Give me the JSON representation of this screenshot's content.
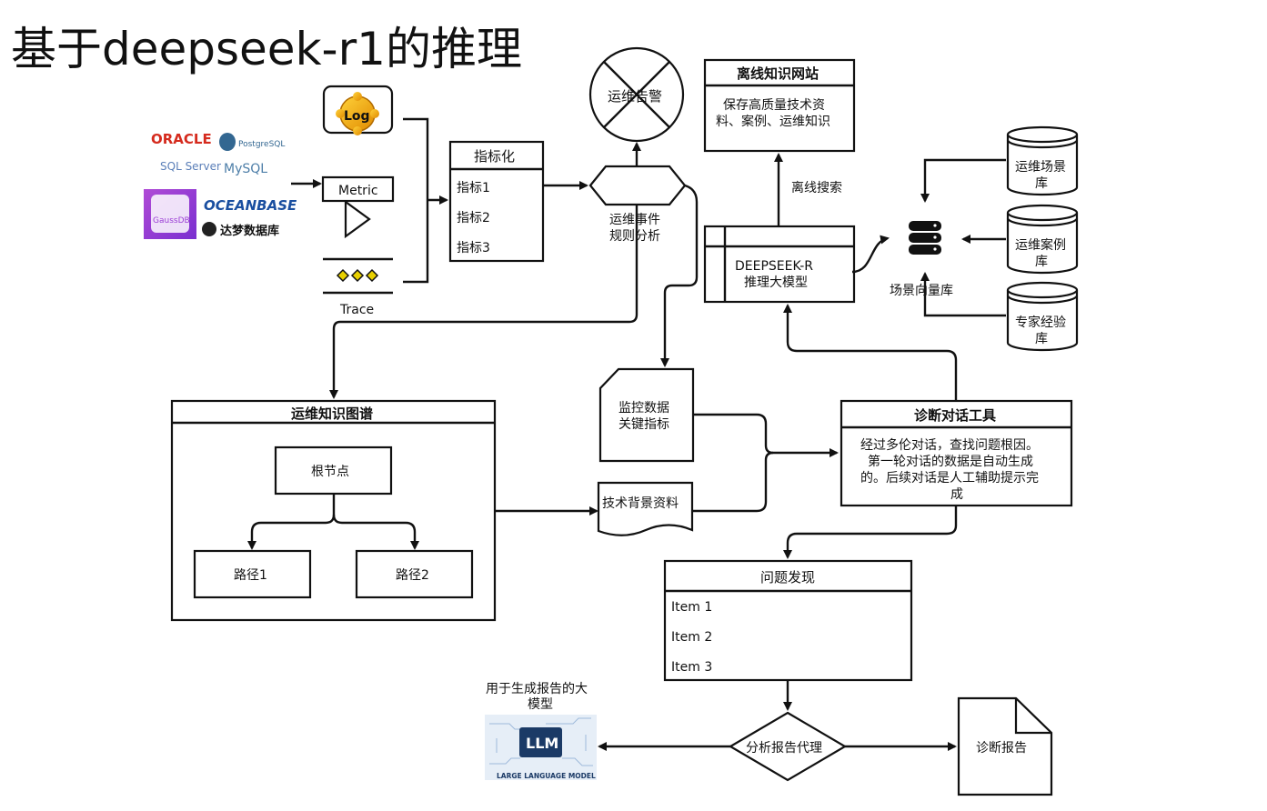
{
  "title": "基于deepseek-r1的推理",
  "sources": {
    "databases": [
      "ORACLE",
      "PostgreSQL",
      "SQL Server",
      "MySQL",
      "GaussDB",
      "OCEANBASE",
      "达梦数据库"
    ],
    "log_label": "Log",
    "metric_label": "Metric",
    "trace_label": "Trace"
  },
  "indicator": {
    "header": "指标化",
    "items": [
      "指标1",
      "指标2",
      "指标3"
    ]
  },
  "alarm": {
    "label": "运维告警"
  },
  "rule": {
    "line1": "运维事件",
    "line2": "规则分析"
  },
  "offline_site": {
    "header": "离线知识网站",
    "line1": "保存高质量技术资",
    "line2": "料、案例、运维知识"
  },
  "offline_search": "离线搜索",
  "deepseek": {
    "line1": "DEEPSEEK-R",
    "line2": "推理大模型"
  },
  "vector_db": {
    "label": "场景向量库",
    "icon": "database-icon"
  },
  "libraries": [
    {
      "line1": "运维场景",
      "line2": "库"
    },
    {
      "line1": "运维案例",
      "line2": "库"
    },
    {
      "line1": "专家经验",
      "line2": "库"
    }
  ],
  "knowledge_graph": {
    "header": "运维知识图谱",
    "root": "根节点",
    "path1": "路径1",
    "path2": "路径2"
  },
  "monitor": {
    "line1": "监控数据",
    "line2": "关键指标"
  },
  "tech_docs": "技术背景资料",
  "diag_tool": {
    "header": "诊断对话工具",
    "lines": [
      "经过多伦对话，查找问题根因。",
      "第一轮对话的数据是自动生成",
      "的。后续对话是人工辅助提示完",
      "成"
    ]
  },
  "problem": {
    "header": "问题发现",
    "items": [
      "Item 1",
      "Item 2",
      "Item 3"
    ]
  },
  "agent": "分析报告代理",
  "report": "诊断报告",
  "llm": {
    "caption1": "用于生成报告的大",
    "caption2": "模型",
    "badge": "LLM",
    "subtitle": "LARGE LANGUAGE MODEL"
  }
}
